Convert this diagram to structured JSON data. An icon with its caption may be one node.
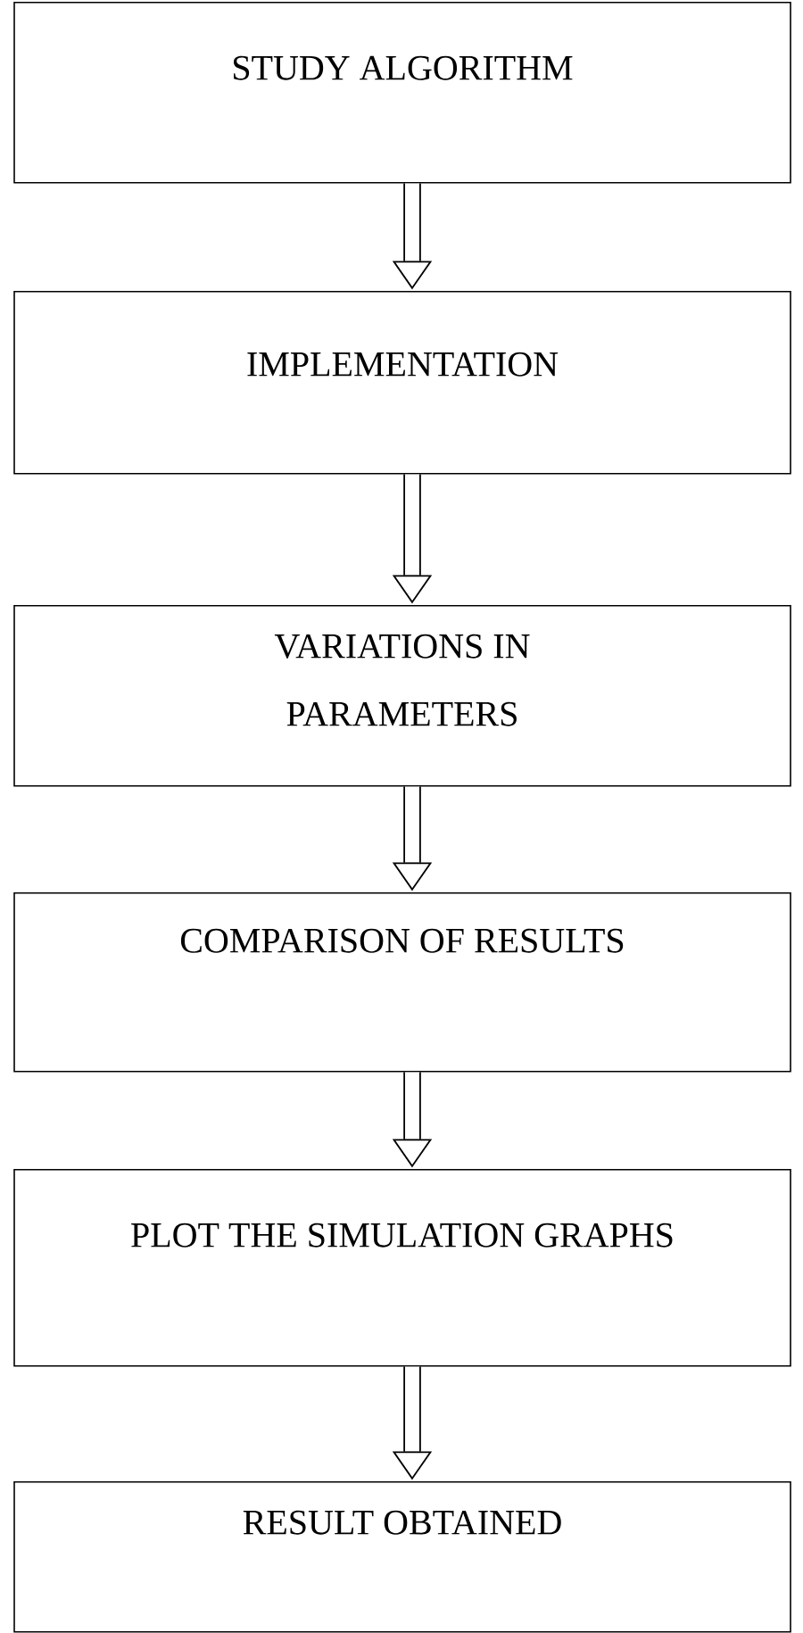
{
  "diagram": {
    "nodes": [
      {
        "text": [
          "STUDY ALGORITHM"
        ]
      },
      {
        "text": [
          "IMPLEMENTATION"
        ]
      },
      {
        "text": [
          "VARIATIONS IN PARAMETERS"
        ]
      },
      {
        "text": [
          "COMPARISON OF RESULTS"
        ]
      },
      {
        "text": [
          "PLOT THE SIMULATION GRAPHS"
        ]
      },
      {
        "text": [
          "RESULT OBTAINED"
        ]
      }
    ],
    "edges": [
      {
        "from": 0,
        "to": 1,
        "arrow": "to"
      },
      {
        "from": 1,
        "to": 2,
        "arrow": "to"
      },
      {
        "from": 2,
        "to": 3,
        "arrow": "to"
      },
      {
        "from": 3,
        "to": 4,
        "arrow": "to"
      },
      {
        "from": 4,
        "to": 5,
        "arrow": "to"
      }
    ]
  }
}
